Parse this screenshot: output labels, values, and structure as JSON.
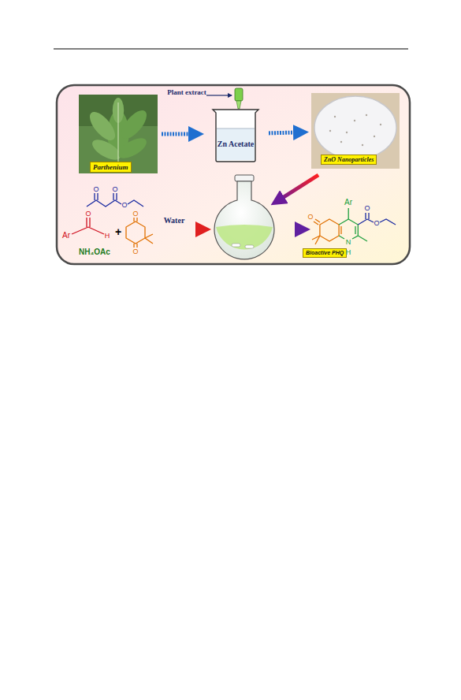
{
  "diagram": {
    "nodes": [
      {
        "text": [
          "Parthenium"
        ]
      },
      {
        "text": [
          "Zn Acetate"
        ]
      },
      {
        "text": [
          "ZnO Nanoparticles"
        ]
      },
      {
        "text": [
          "Bioactive PHQ"
        ]
      }
    ],
    "edges": [
      {
        "from": 0,
        "to": 1,
        "arrow": "to"
      },
      {
        "from": 1,
        "to": 2,
        "arrow": "to"
      }
    ],
    "labels": [
      "Plant extract",
      "O",
      "O",
      "O",
      "O",
      "Ar",
      "H",
      "+",
      "O",
      "O",
      "NH₄OAc",
      "Water",
      "O",
      "Ar",
      "O",
      "O",
      "N",
      "H"
    ]
  }
}
